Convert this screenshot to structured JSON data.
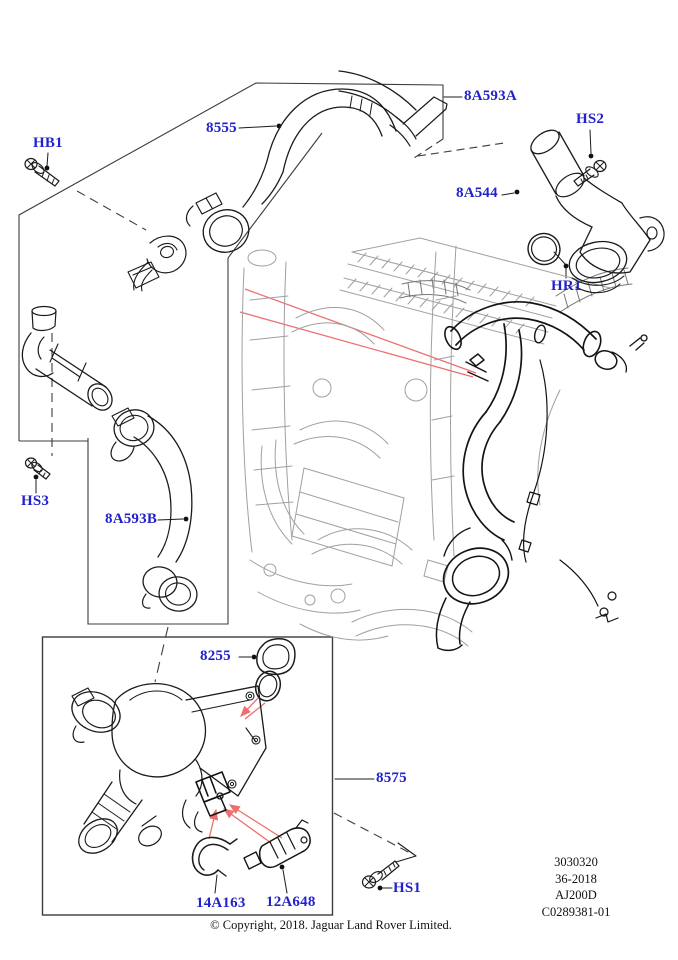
{
  "diagram": {
    "callouts": {
      "hb1": "HB1",
      "hose_8555": "8555",
      "elbow_8a593a": "8A593A",
      "hs2": "HS2",
      "outlet_8a544": "8A544",
      "hr1": "HR1",
      "hs3": "HS3",
      "hose_8a593b": "8A593B",
      "seal_8255": "8255",
      "housing_8575": "8575",
      "clip_14a163": "14A163",
      "sensor_12a648": "12A648",
      "hs1": "HS1"
    },
    "plate": {
      "lines": [
        "3030320",
        "36-2018",
        "AJ200D",
        "C0289381-01"
      ]
    },
    "copyright": "© Copyright, 2018. Jaguar Land Rover Limited.",
    "colors": {
      "callout_blue": "#2222cc",
      "leader_red": "#ef6f6f",
      "line_dark": "#1b1b1b",
      "sketch_gray": "#a0a0a0"
    }
  }
}
